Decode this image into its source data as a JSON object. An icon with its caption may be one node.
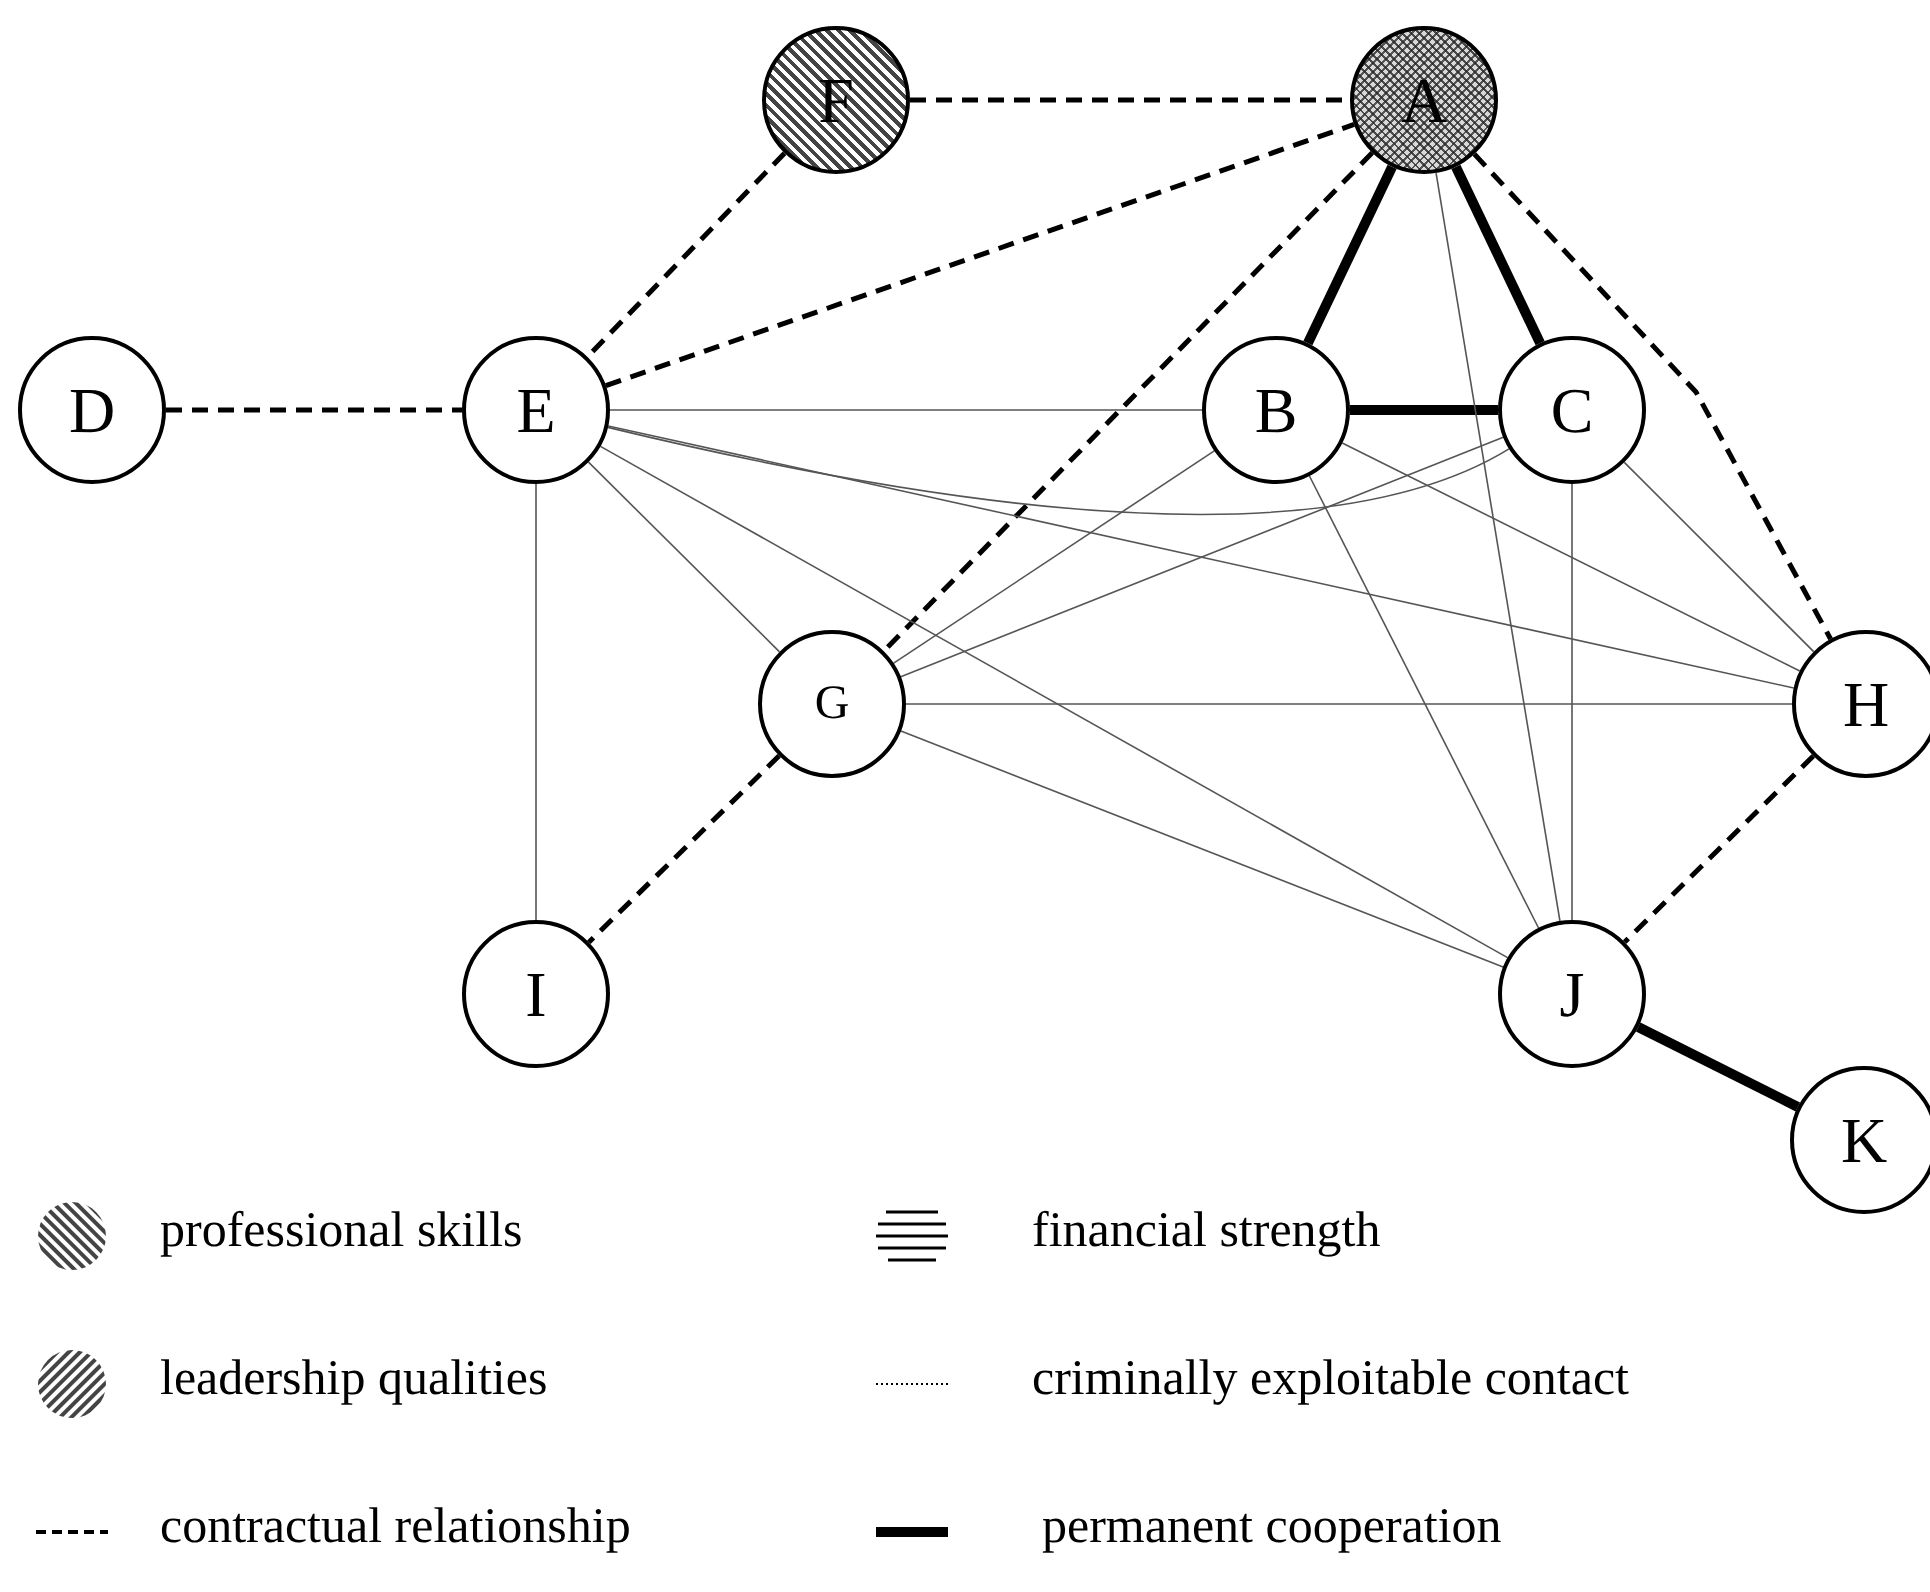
{
  "diagram": {
    "nodes": [
      {
        "text": [
          "F"
        ]
      },
      {
        "text": [
          "A"
        ]
      },
      {
        "text": [
          "D"
        ]
      },
      {
        "text": [
          "E"
        ]
      },
      {
        "text": [
          "B"
        ]
      },
      {
        "text": [
          "C"
        ]
      },
      {
        "text": [
          "G"
        ]
      },
      {
        "text": [
          "H"
        ]
      },
      {
        "text": [
          "I"
        ]
      },
      {
        "text": [
          "J"
        ]
      },
      {
        "text": [
          "K"
        ]
      }
    ],
    "edges": [
      {
        "from": 0,
        "to": 1,
        "arrow": "none",
        "style": "dashed"
      },
      {
        "from": 0,
        "to": 3,
        "arrow": "none",
        "style": "dashed"
      },
      {
        "from": 3,
        "to": 1,
        "arrow": "none",
        "style": "dashed"
      },
      {
        "from": 1,
        "to": 6,
        "arrow": "none",
        "style": "dashed"
      },
      {
        "from": 1,
        "to": 7,
        "arrow": "none",
        "style": "dashed"
      },
      {
        "from": 2,
        "to": 3,
        "arrow": "none",
        "style": "dashed"
      },
      {
        "from": 6,
        "to": 8,
        "arrow": "none",
        "style": "dashed"
      },
      {
        "from": 7,
        "to": 9,
        "arrow": "none",
        "style": "dashed"
      },
      {
        "from": 1,
        "to": 4,
        "arrow": "none",
        "style": "thick"
      },
      {
        "from": 1,
        "to": 5,
        "arrow": "none",
        "style": "thick"
      },
      {
        "from": 4,
        "to": 5,
        "arrow": "none",
        "style": "thick"
      },
      {
        "from": 9,
        "to": 10,
        "arrow": "none",
        "style": "thick"
      },
      {
        "from": 3,
        "to": 4,
        "arrow": "none"
      },
      {
        "from": 3,
        "to": 5,
        "arrow": "none"
      },
      {
        "from": 3,
        "to": 7,
        "arrow": "none"
      },
      {
        "from": 3,
        "to": 9,
        "arrow": "none"
      },
      {
        "from": 3,
        "to": 6,
        "arrow": "none"
      },
      {
        "from": 3,
        "to": 8,
        "arrow": "none"
      },
      {
        "from": 6,
        "to": 4,
        "arrow": "none"
      },
      {
        "from": 6,
        "to": 5,
        "arrow": "none"
      },
      {
        "from": 6,
        "to": 7,
        "arrow": "none"
      },
      {
        "from": 6,
        "to": 9,
        "arrow": "none"
      },
      {
        "from": 4,
        "to": 9,
        "arrow": "none"
      },
      {
        "from": 4,
        "to": 7,
        "arrow": "none"
      },
      {
        "from": 5,
        "to": 9,
        "arrow": "none"
      },
      {
        "from": 5,
        "to": 7,
        "arrow": "none"
      },
      {
        "from": 1,
        "to": 9,
        "arrow": "none"
      }
    ],
    "legend": [
      {
        "text": "professional skills"
      },
      {
        "text": "financial strength"
      },
      {
        "text": "leadership qualities"
      },
      {
        "text": "criminally exploitable contact"
      },
      {
        "text": "contractual relationship"
      },
      {
        "text": "permanent cooperation"
      }
    ]
  }
}
